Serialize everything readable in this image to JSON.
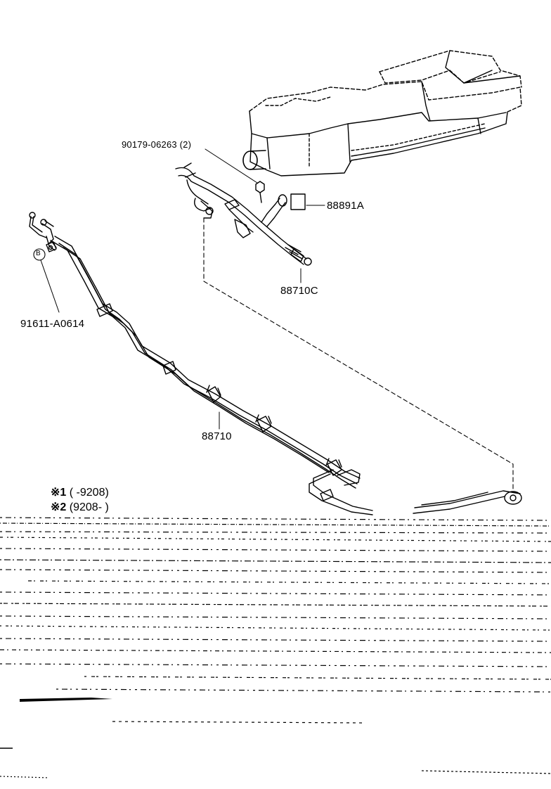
{
  "labels": {
    "bolt": "90179-06263 (2)",
    "bracket": "88891A",
    "hose_c": "88710C",
    "clamp": "91611-A0614",
    "tube": "88710",
    "ref_b": "B"
  },
  "notes": [
    {
      "mark": "※1",
      "range": "(        -9208)"
    },
    {
      "mark": "※2",
      "range": "(9208-        )"
    }
  ]
}
